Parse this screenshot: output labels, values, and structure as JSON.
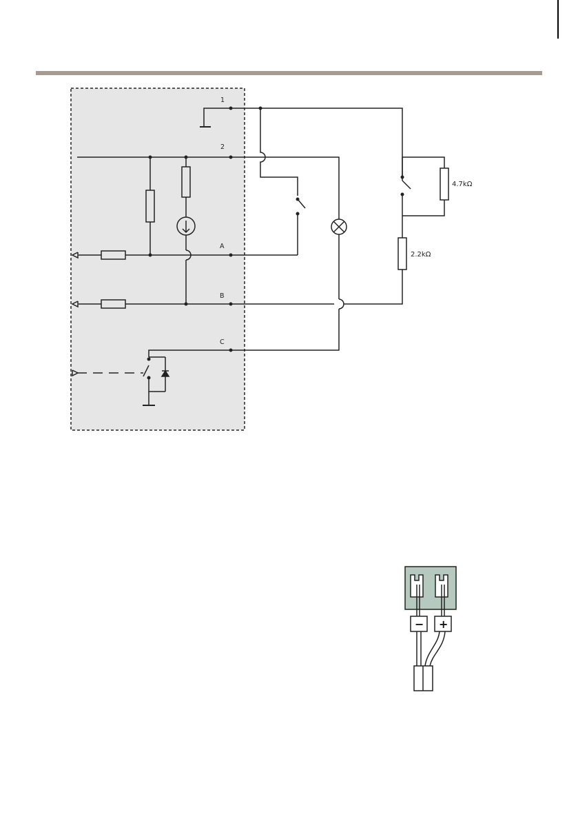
{
  "page": {
    "header_bar_color": "#a59b93"
  },
  "schematic": {
    "terminals": {
      "t1": "1",
      "t2": "2",
      "ta": "A",
      "tb": "B",
      "tc": "C"
    },
    "resistor_47k": "4.7kΩ",
    "resistor_22k": "2.2kΩ"
  },
  "connector": {
    "minus": "−",
    "plus": "+"
  }
}
